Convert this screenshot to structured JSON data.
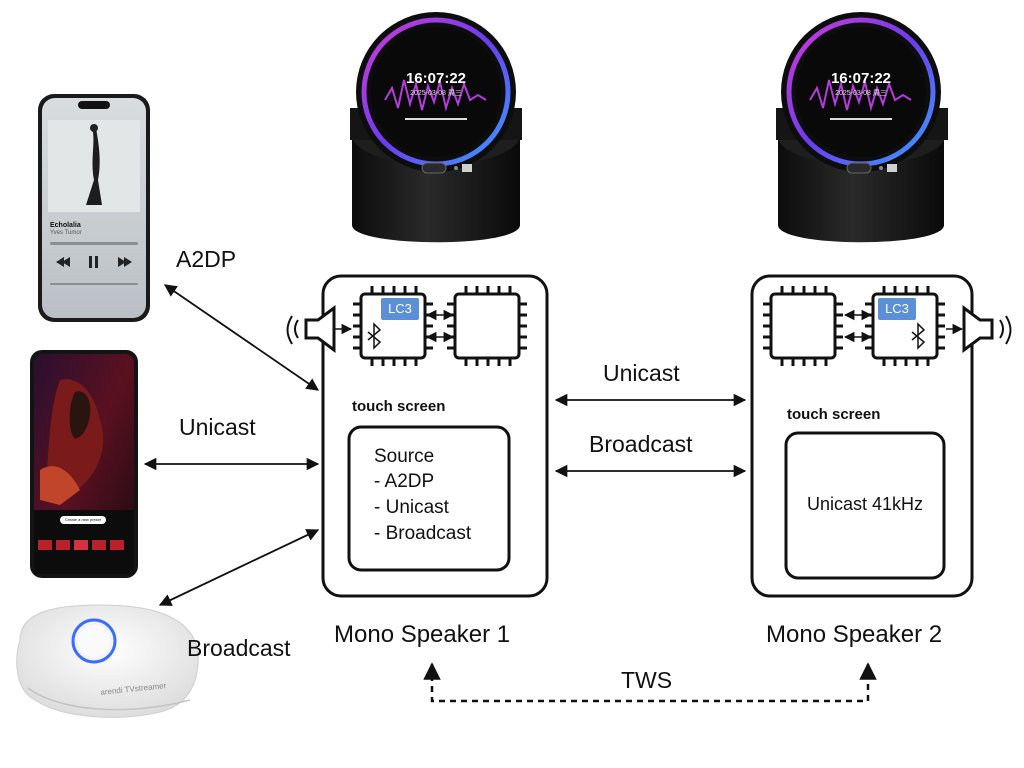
{
  "links": {
    "a2dp": "A2DP",
    "unicast_left": "Unicast",
    "broadcast_left": "Broadcast",
    "unicast_mid": "Unicast",
    "broadcast_mid": "Broadcast",
    "tws": "TWS"
  },
  "speaker1": {
    "name": "Mono Speaker 1",
    "chip_label": "LC3",
    "touch_label": "touch screen",
    "screen_lines": [
      "Source",
      "- A2DP",
      "- Unicast",
      "- Broadcast"
    ]
  },
  "speaker2": {
    "name": "Mono Speaker 2",
    "chip_label": "LC3",
    "touch_label": "touch screen",
    "screen_text": "Unicast 41kHz"
  },
  "device_screens": {
    "clock": "16:07:22",
    "date": "2025-03-08  周三"
  },
  "phone1": {
    "song": "Echolalia",
    "artist": "Yves Tumor"
  },
  "phone2": {
    "popup": "Create a new preset"
  },
  "streamer": {
    "brand": "arendi TVstreamer"
  },
  "colors": {
    "chip_badge": "#5b8fd6",
    "ring": "#8a3ce0",
    "streamer_led": "#3a6cff"
  }
}
